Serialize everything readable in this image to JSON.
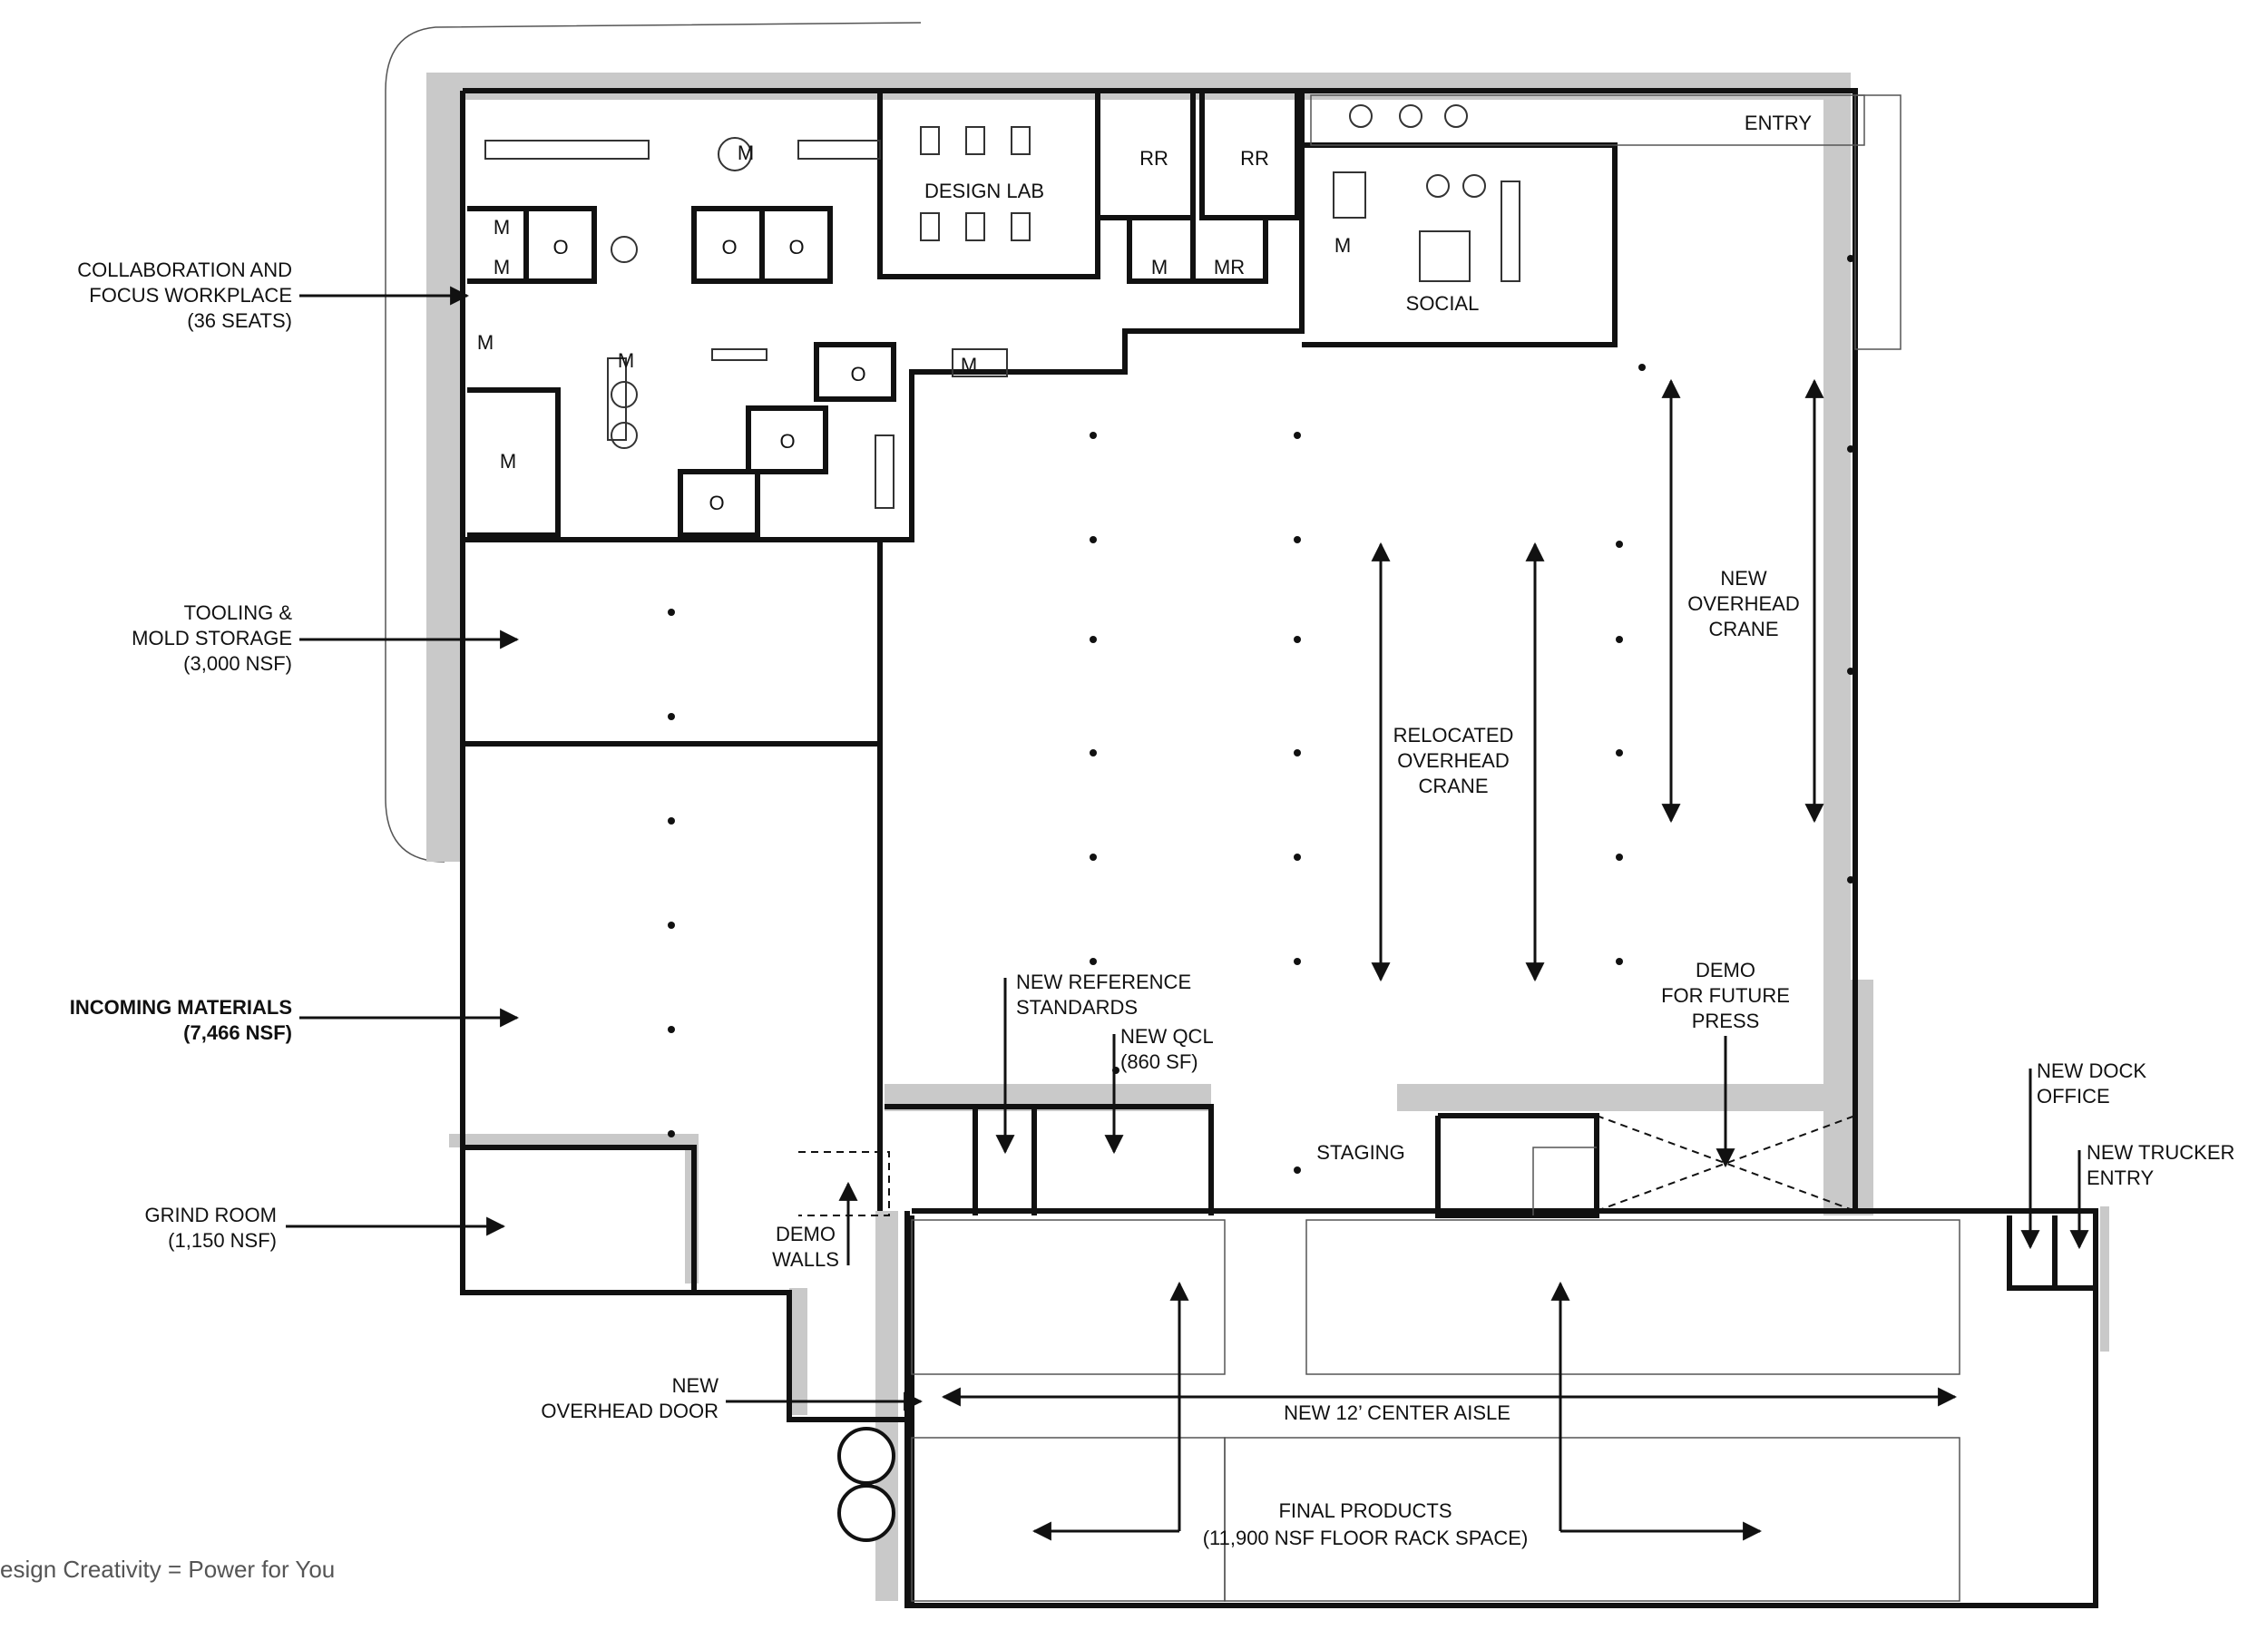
{
  "rooms": {
    "design_lab": "DESIGN LAB",
    "rr": "RR",
    "mr": "MR",
    "m": "M",
    "o": "O",
    "social": "SOCIAL",
    "entry": "ENTRY",
    "staging": "STAGING"
  },
  "labels": {
    "collab": [
      "COLLABORATION AND",
      "FOCUS WORKPLACE",
      "(36 SEATS)"
    ],
    "tooling": [
      "TOOLING &",
      "MOLD STORAGE",
      "(3,000 NSF)"
    ],
    "incoming": [
      "INCOMING MATERIALS",
      "(7,466 NSF)"
    ],
    "grind": [
      "GRIND ROOM",
      "(1,150 NSF)"
    ],
    "new_overhead_door": [
      "NEW",
      "OVERHEAD DOOR"
    ],
    "demo_walls": [
      "DEMO",
      "WALLS"
    ],
    "new_reference": [
      "NEW REFERENCE",
      "STANDARDS"
    ],
    "new_qcl": [
      "NEW QCL",
      "(860 SF)"
    ],
    "relocated_crane": [
      "RELOCATED",
      "OVERHEAD",
      "CRANE"
    ],
    "new_crane": [
      "NEW",
      "OVERHEAD",
      "CRANE"
    ],
    "demo_press": [
      "DEMO",
      "FOR FUTURE",
      "PRESS"
    ],
    "new_dock_office": [
      "NEW DOCK",
      "OFFICE"
    ],
    "new_trucker_entry": [
      "NEW TRUCKER",
      "ENTRY"
    ],
    "center_aisle": "NEW 12’ CENTER AISLE",
    "final_products": [
      "FINAL PRODUCTS",
      "(11,900 NSF FLOOR RACK SPACE)"
    ]
  },
  "tagline": "esign Creativity = Power for You"
}
